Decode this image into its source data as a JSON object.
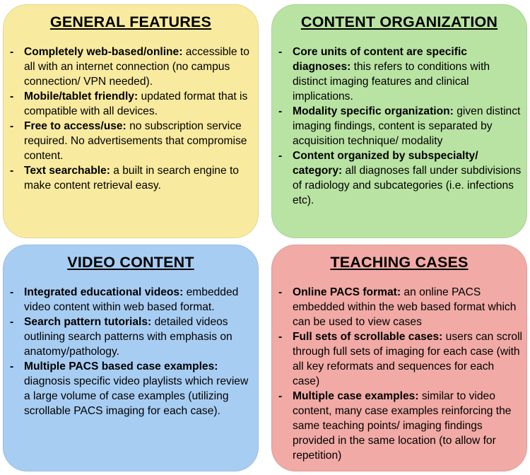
{
  "colors": {
    "general": "#f8ea9f",
    "content": "#b9e3a3",
    "video": "#a8cdf3",
    "teaching": "#f1aaa5"
  },
  "panels": [
    {
      "id": "general",
      "title": "GENERAL FEATURES",
      "items": [
        {
          "head": "Completely web-based/online:",
          "body": " accessible to all with an internet connection (no campus connection/ VPN needed)."
        },
        {
          "head": "Mobile/tablet friendly:",
          "body": " updated format that is compatible with all devices."
        },
        {
          "head": "Free to access/use:",
          "body": " no subscription service required. No advertisements that compromise content."
        },
        {
          "head": "Text searchable:",
          "body": " a built in search engine to make content retrieval easy."
        }
      ]
    },
    {
      "id": "content",
      "title": "CONTENT ORGANIZATION",
      "items": [
        {
          "head": "Core units of content are specific diagnoses:",
          "body": " this refers to conditions with distinct imaging features and clinical implications."
        },
        {
          "head": "Modality specific organization:",
          "body": " given distinct imaging findings, content is separated by acquisition technique/ modality"
        },
        {
          "head": "Content organized by subspecialty/ category:",
          "body": " all diagnoses fall under subdivisions of radiology and subcategories (i.e. infections etc)."
        }
      ]
    },
    {
      "id": "video",
      "title": "VIDEO CONTENT",
      "items": [
        {
          "head": "Integrated educational videos:",
          "body": " embedded video content within web based format."
        },
        {
          "head": "Search pattern tutorials:",
          "body": " detailed videos outlining search patterns with emphasis on anatomy/pathology."
        },
        {
          "head": "Multiple PACS based case examples:",
          "body": " diagnosis specific video playlists which review a large volume of case examples (utilizing scrollable PACS imaging for each case)."
        }
      ]
    },
    {
      "id": "teaching",
      "title": "TEACHING CASES",
      "items": [
        {
          "head": "Online PACS format:",
          "body": " an online PACS embedded within the web based format which can be used to view cases"
        },
        {
          "head": "Full sets of scrollable cases:",
          "body": " users can scroll through full sets of imaging for each case (with all key reformats and sequences for each case)"
        },
        {
          "head": "Multiple case examples:",
          "body": " similar to video content, many case examples reinforcing the same teaching points/ imaging findings provided in the same location (to allow for repetition)"
        }
      ]
    }
  ]
}
